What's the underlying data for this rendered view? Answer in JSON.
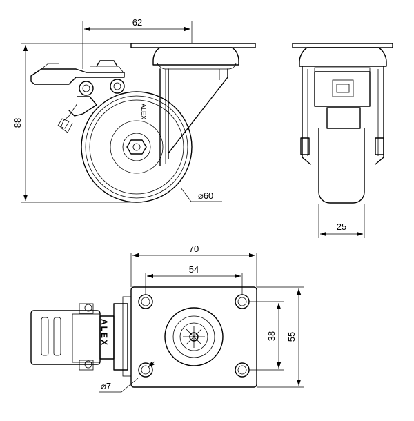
{
  "brand": "ALEX",
  "dimensions": {
    "mount_offset": "62",
    "total_height": "88",
    "wheel_diameter": "⌀60",
    "wheel_width": "25",
    "plate_width": "70",
    "hole_spacing_x": "54",
    "hole_spacing_y": "38",
    "plate_depth": "55",
    "hole_diameter": "⌀7"
  }
}
